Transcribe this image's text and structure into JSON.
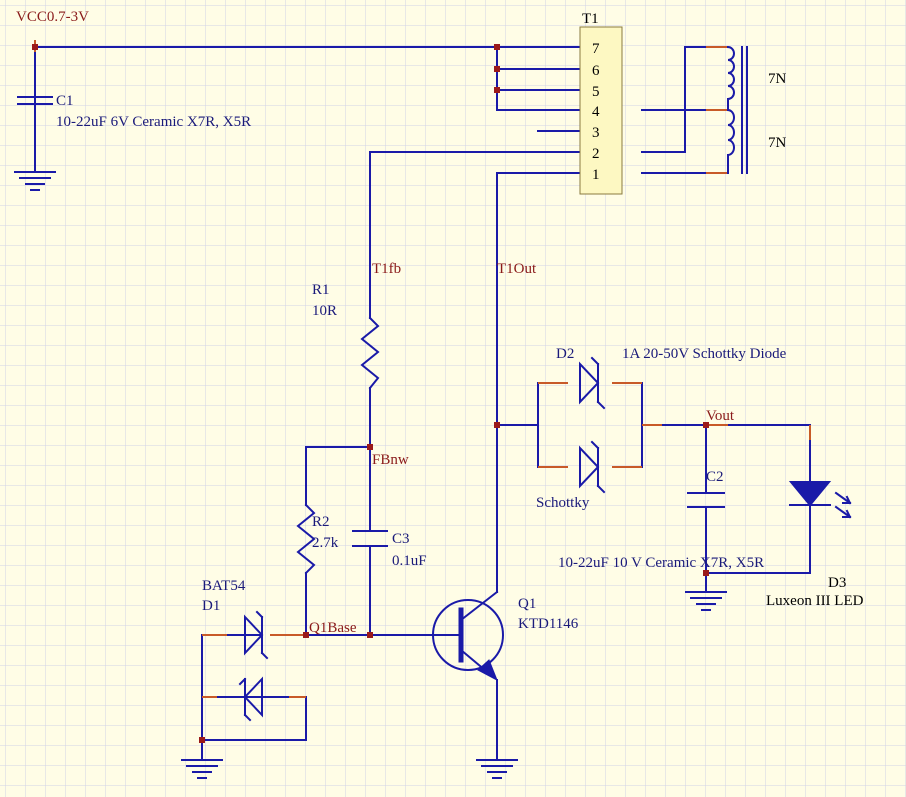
{
  "nets": {
    "vcc": "VCC0.7-3V",
    "t1fb": "T1fb",
    "t1out": "T1Out",
    "fbnw": "FBnw",
    "q1base": "Q1Base",
    "vout": "Vout"
  },
  "components": {
    "t1": {
      "designator": "T1",
      "pins": [
        "7",
        "6",
        "5",
        "4",
        "3",
        "2",
        "1"
      ],
      "winding_top": "7N",
      "winding_bottom": "7N"
    },
    "c1": {
      "designator": "C1",
      "value": "10-22uF 6V Ceramic X7R, X5R"
    },
    "r1": {
      "designator": "R1",
      "value": "10R"
    },
    "r2": {
      "designator": "R2",
      "value": "2.7k"
    },
    "c3": {
      "designator": "C3",
      "value": "0.1uF"
    },
    "d1": {
      "part": "BAT54",
      "designator": "D1"
    },
    "q1": {
      "designator": "Q1",
      "part": "KTD1146"
    },
    "d2": {
      "designator": "D2",
      "description": "1A 20-50V Schottky  Diode",
      "note": "Schottky"
    },
    "c2": {
      "designator": "C2",
      "value": "10-22uF 10 V Ceramic X7R, X5R"
    },
    "d3": {
      "designator": "D3",
      "part": "Luxeon III LED"
    }
  },
  "colors": {
    "background": "#fffde6",
    "grid": "#d2d2e6",
    "wire": "#1a1aa8",
    "pin_lead": "#c85a28",
    "net_label": "#8a1a1a",
    "transformer_body": "#fdf8c2"
  }
}
